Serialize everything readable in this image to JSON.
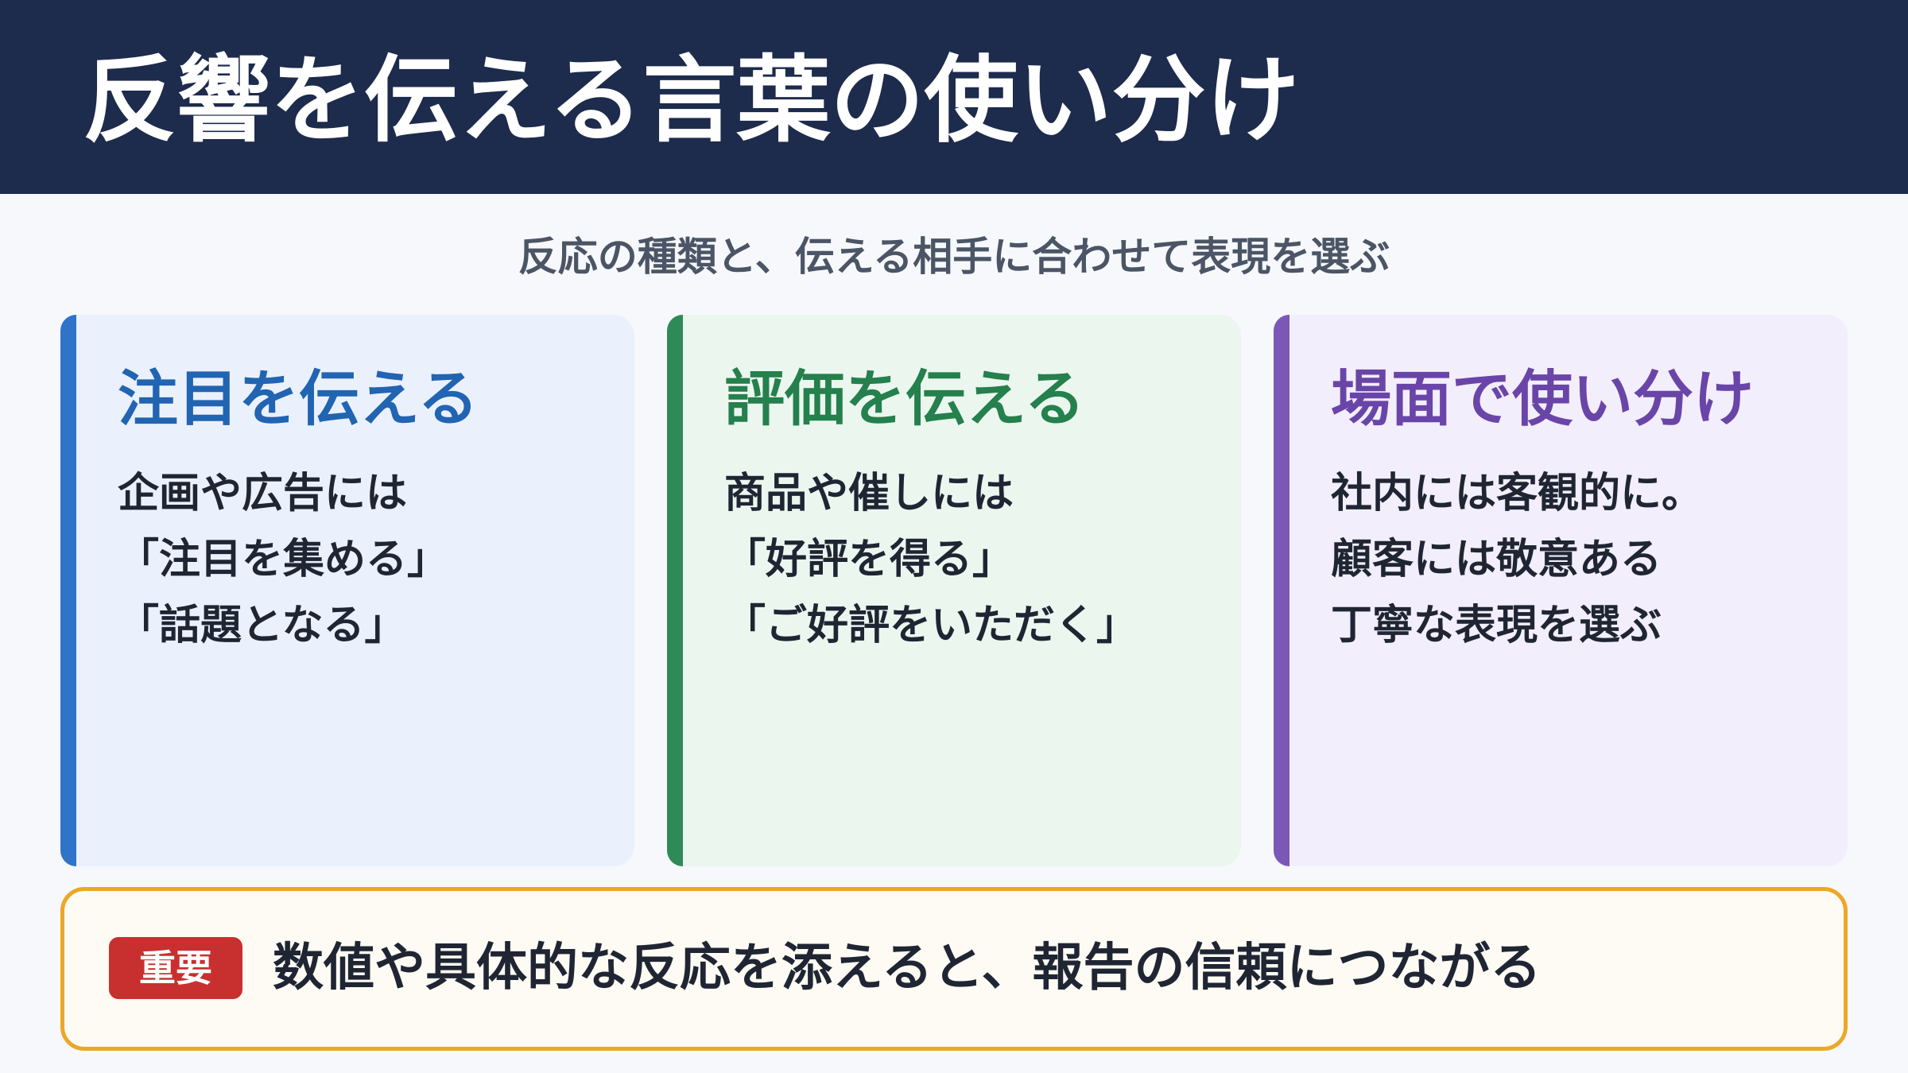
{
  "header": {
    "title": "反響を伝える言葉の使い分け"
  },
  "subtitle": "反応の種類と、伝える相手に合わせて表現を選ぶ",
  "cards": [
    {
      "title": "注目を伝える",
      "lines": [
        "企画や広告には",
        "「注目を集める」",
        "「話題となる」"
      ],
      "accent_color": "#2f74c8"
    },
    {
      "title": "評価を伝える",
      "lines": [
        "商品や催しには",
        "「好評を得る」",
        "「ご好評をいただく」"
      ],
      "accent_color": "#2e8a57"
    },
    {
      "title": "場面で使い分け",
      "lines": [
        "社内には客観的に。",
        "顧客には敬意ある",
        "丁寧な表現を選ぶ"
      ],
      "accent_color": "#7b58b8"
    }
  ],
  "note": {
    "badge": "重要",
    "text": "数値や具体的な反応を添えると、報告の信頼につながる",
    "border_color": "#eca72a",
    "badge_color": "#c83030"
  },
  "colors": {
    "header_bg": "#1d2b4c",
    "page_bg": "#f6f8fc"
  }
}
